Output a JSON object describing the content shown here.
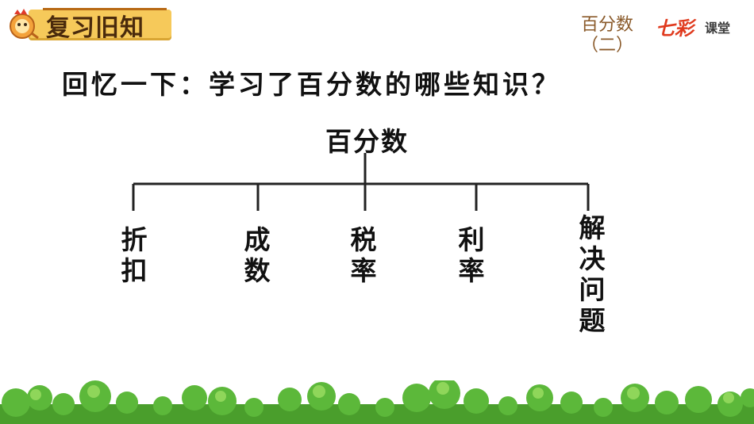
{
  "header": {
    "title": "复习旧知",
    "unit_name": "百分数",
    "unit_part": "（二）",
    "logo_main": "七彩",
    "logo_side": "课堂"
  },
  "prompt": {
    "question": "回忆一下：学习了百分数的哪些知识？"
  },
  "tree": {
    "root": "百分数",
    "leaves": [
      "折扣",
      "成数",
      "税率",
      "利率",
      "解决问题"
    ]
  },
  "colors": {
    "badge": "#f6c95a",
    "grass": "#5cb83a",
    "text": "#111111"
  }
}
